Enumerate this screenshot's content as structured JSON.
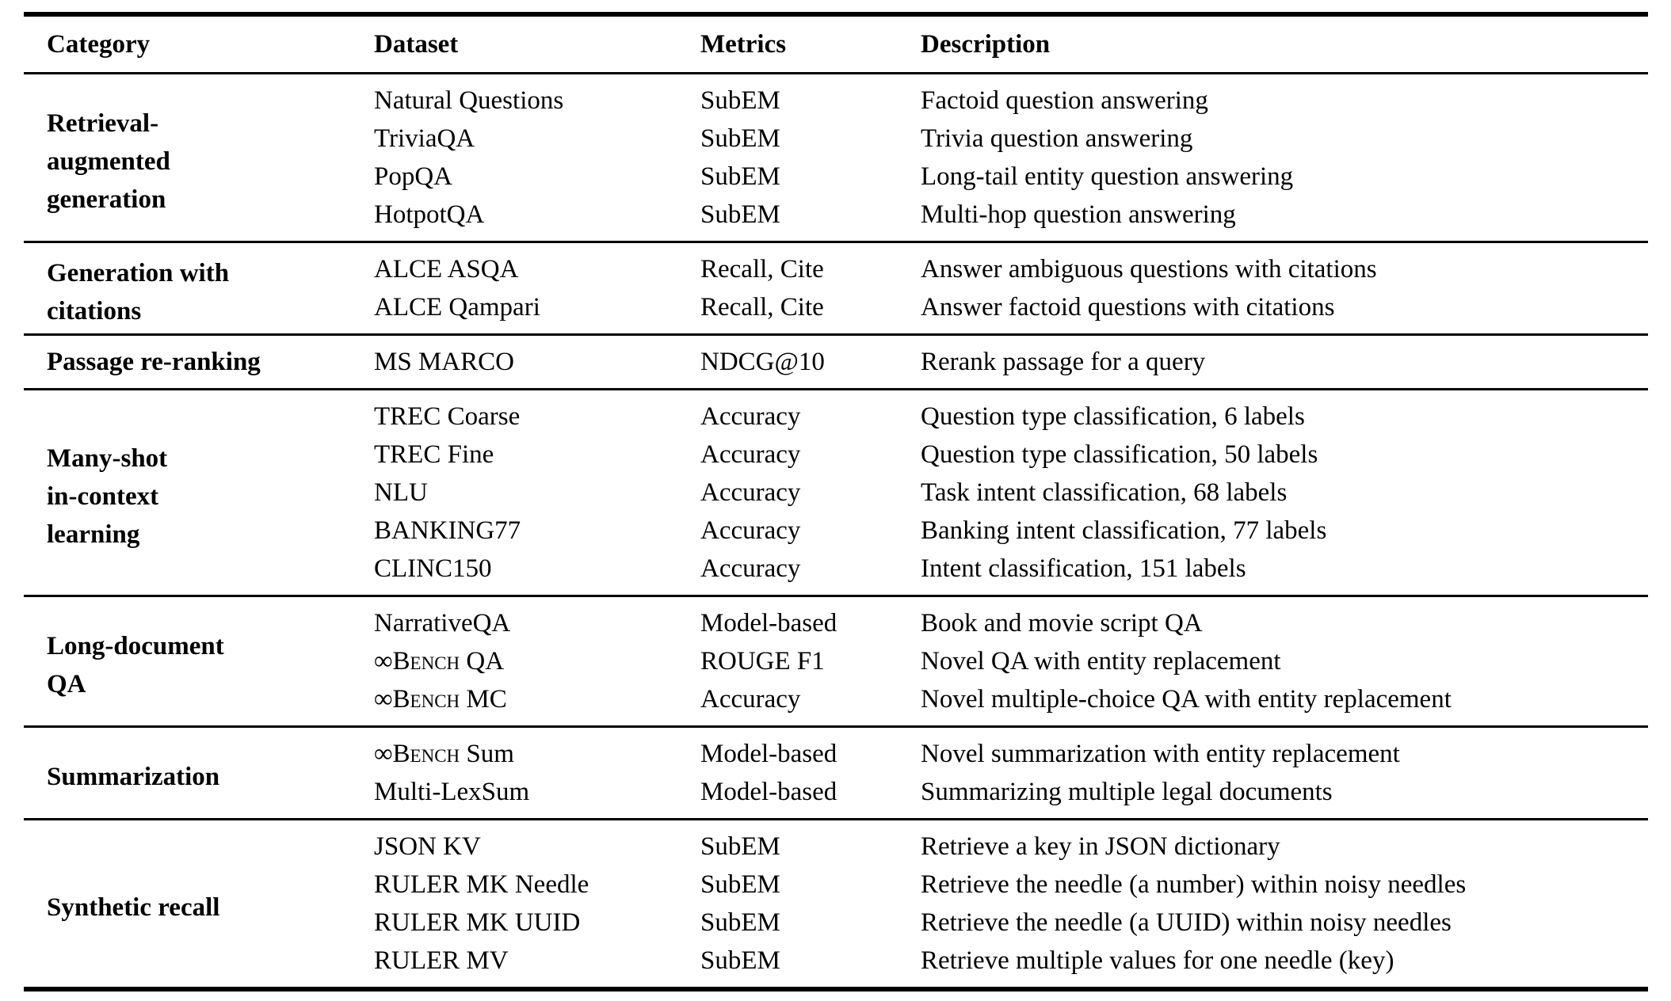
{
  "table": {
    "columns": [
      "Category",
      "Dataset",
      "Metrics",
      "Description"
    ],
    "sections": [
      {
        "category": "Retrieval-\naugmented\ngeneration",
        "rows": [
          {
            "dataset": "Natural Questions",
            "metrics": "SubEM",
            "description": "Factoid question answering"
          },
          {
            "dataset": "TriviaQA",
            "metrics": "SubEM",
            "description": "Trivia question answering"
          },
          {
            "dataset": "PopQA",
            "metrics": "SubEM",
            "description": "Long-tail entity question answering"
          },
          {
            "dataset": "HotpotQA",
            "metrics": "SubEM",
            "description": "Multi-hop question answering"
          }
        ]
      },
      {
        "category": "Generation with\ncitations",
        "rows": [
          {
            "dataset": "ALCE ASQA",
            "metrics": "Recall, Cite",
            "description": "Answer ambiguous questions with citations"
          },
          {
            "dataset": "ALCE Qampari",
            "metrics": "Recall, Cite",
            "description": "Answer factoid questions with citations"
          }
        ]
      },
      {
        "category": "Passage re-ranking",
        "rows": [
          {
            "dataset": "MS MARCO",
            "metrics": "NDCG@10",
            "description": "Rerank passage for a query"
          }
        ]
      },
      {
        "category": "Many-shot\nin-context\nlearning",
        "rows": [
          {
            "dataset": "TREC Coarse",
            "metrics": "Accuracy",
            "description": "Question type classification, 6 labels"
          },
          {
            "dataset": "TREC Fine",
            "metrics": "Accuracy",
            "description": "Question type classification, 50 labels"
          },
          {
            "dataset": "NLU",
            "metrics": "Accuracy",
            "description": "Task intent classification, 68 labels"
          },
          {
            "dataset": "BANKING77",
            "metrics": "Accuracy",
            "description": "Banking intent classification, 77 labels"
          },
          {
            "dataset": "CLINC150",
            "metrics": "Accuracy",
            "description": "Intent classification, 151 labels"
          }
        ]
      },
      {
        "category": "Long-document\nQA",
        "rows": [
          {
            "dataset": "NarrativeQA",
            "metrics": "Model-based",
            "description": "Book and movie script QA"
          },
          {
            "dataset_sc": "∞Bench",
            "dataset_rest": " QA",
            "metrics": "ROUGE F1",
            "description": "Novel QA with entity replacement"
          },
          {
            "dataset_sc": "∞Bench",
            "dataset_rest": " MC",
            "metrics": "Accuracy",
            "description": "Novel multiple-choice QA with entity replacement"
          }
        ]
      },
      {
        "category": "Summarization",
        "rows": [
          {
            "dataset_sc": "∞Bench",
            "dataset_rest": " Sum",
            "metrics": "Model-based",
            "description": "Novel summarization with entity replacement"
          },
          {
            "dataset": "Multi-LexSum",
            "metrics": "Model-based",
            "description": "Summarizing multiple legal documents"
          }
        ]
      },
      {
        "category": "Synthetic recall",
        "rows": [
          {
            "dataset": "JSON KV",
            "metrics": "SubEM",
            "description": "Retrieve a key in JSON dictionary"
          },
          {
            "dataset": "RULER MK Needle",
            "metrics": "SubEM",
            "description": "Retrieve the needle (a number) within noisy needles"
          },
          {
            "dataset": "RULER MK UUID",
            "metrics": "SubEM",
            "description": "Retrieve the needle (a UUID) within noisy needles"
          },
          {
            "dataset": "RULER MV",
            "metrics": "SubEM",
            "description": "Retrieve multiple values for one needle (key)"
          }
        ]
      }
    ]
  }
}
